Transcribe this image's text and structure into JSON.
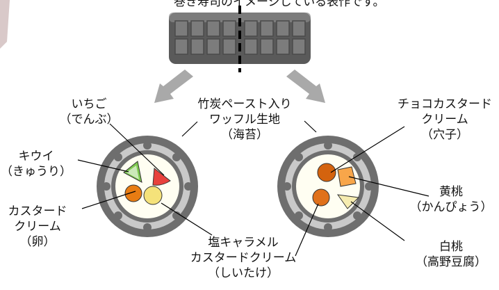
{
  "top_caption": "巻き寿司のイメージしている表作です。",
  "left_section": {
    "strawberry": {
      "line1": "いちご",
      "line2": "（でんぶ）"
    },
    "kiwi": {
      "line1": "キウイ",
      "line2": "（きゅうり）"
    },
    "custard": {
      "line1": "カスタード",
      "line2": "クリーム",
      "line3": "（卵）"
    },
    "waffle": {
      "line1": "竹炭ペースト入り",
      "line2": "ワッフル生地",
      "line3": "（海苔）"
    },
    "caramel": {
      "line1": "塩キャラメル",
      "line2": "カスタードクリーム",
      "line3": "（しいたけ）"
    }
  },
  "right_section": {
    "choco": {
      "line1": "チョコカスタード",
      "line2": "クリーム",
      "line3": "（穴子）"
    },
    "yellow_peach": {
      "line1": "黄桃",
      "line2": "（かんぴょう）"
    },
    "white_peach": {
      "line1": "白桃",
      "line2": "（高野豆腐）"
    }
  },
  "colors": {
    "waffle_ring": "#6e6e6e",
    "rice": "#fffef2",
    "strawberry": "#e8413c",
    "kiwi": "#7ec850",
    "custard": "#e87c12",
    "caramel": "#f5e27a",
    "yellow_peach": "#f8a64a",
    "white_peach": "#f6ecb0",
    "arrow": "#a9a9a9"
  }
}
